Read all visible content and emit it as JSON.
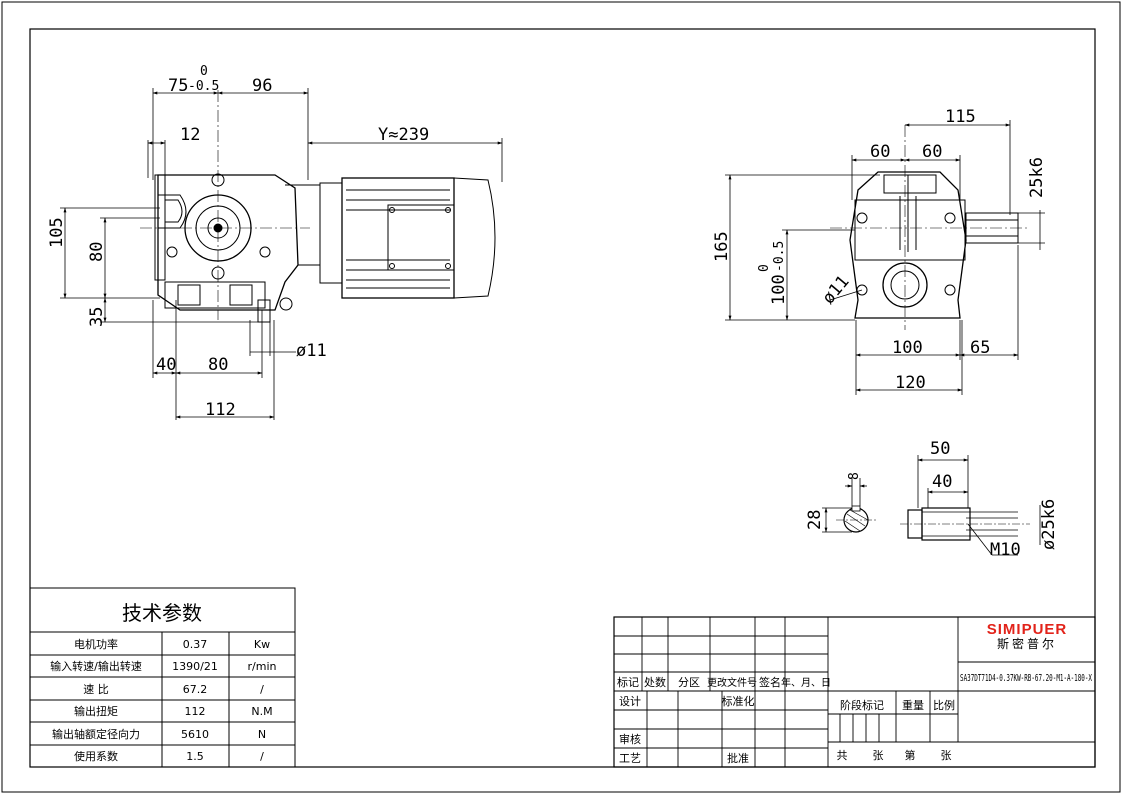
{
  "dims": {
    "left_view": {
      "d75": "75",
      "tol_up": "0",
      "tol_down": "-0.5",
      "d96": "96",
      "d12": "12",
      "dY": "Y≈239",
      "d105": "105",
      "d80v": "80",
      "d35": "35",
      "d40": "40",
      "d80h": "80",
      "d11": "ø11",
      "d112": "112"
    },
    "right_view": {
      "d115": "115",
      "d60a": "60",
      "d60b": "60",
      "d25k6": "25k6",
      "d165": "165",
      "d100": "100",
      "tol_up": "0",
      "tol_down": "-0.5",
      "d11": "ø11",
      "d100h": "100",
      "d65": "65",
      "d120": "120"
    },
    "shaft": {
      "d8": "8",
      "d28": "28",
      "d50": "50",
      "d40": "40",
      "dM10": "M10",
      "d25k6": "ø25k6"
    }
  },
  "tech": {
    "title": "技术参数",
    "rows": [
      {
        "name": "电机功率",
        "value": "0.37",
        "unit": "Kw"
      },
      {
        "name": "输入转速/输出转速",
        "value": "1390/21",
        "unit": "r/min"
      },
      {
        "name": "速  比",
        "value": "67.2",
        "unit": "/"
      },
      {
        "name": "输出扭矩",
        "value": "112",
        "unit": "N.M"
      },
      {
        "name": "输出轴额定径向力",
        "value": "5610",
        "unit": "N"
      },
      {
        "name": "使用系数",
        "value": "1.5",
        "unit": "/"
      }
    ]
  },
  "titleblock": {
    "hdr_mark": "标记",
    "hdr_count": "处数",
    "hdr_zone": "分区",
    "hdr_docno": "更改文件号",
    "hdr_sign": "签名",
    "hdr_date": "年、月、日",
    "design": "设计",
    "standard": "标准化",
    "review": "审核",
    "process": "工艺",
    "approve": "批准",
    "stage": "阶段标记",
    "weight": "重量",
    "scale": "比例",
    "total": "共",
    "sheets1": "张",
    "page": "第",
    "sheets2": "张",
    "logo_en": "SIMIPUER",
    "logo_cn": "斯密普尔",
    "model": "SA37DT71D4-0.37KW-RB-67.20-M1-A-180-X"
  },
  "colors": {
    "line": "#000000",
    "logo": "#e2231a"
  }
}
